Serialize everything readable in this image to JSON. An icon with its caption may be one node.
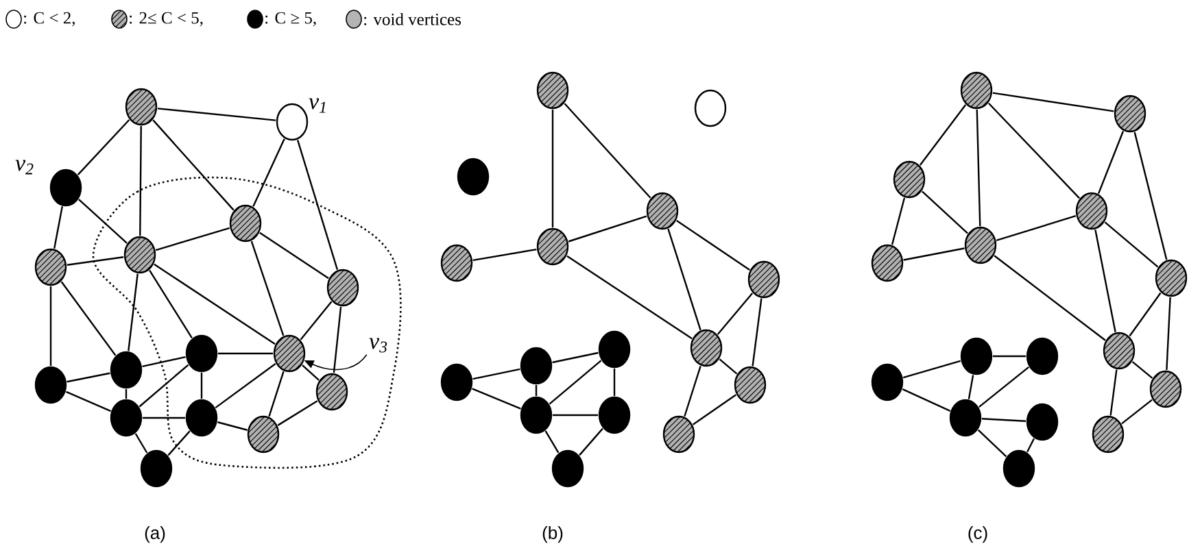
{
  "diagram": {
    "nodes": [
      {
        "text": [],
        "shape": "circle"
      },
      {
        "text": [],
        "shape": "circle",
        "beside": [
          "v$_{1}$"
        ]
      },
      {
        "text": [],
        "shape": "circle",
        "beside": [
          "v$_{2}$"
        ]
      },
      {
        "text": [],
        "shape": "circle"
      },
      {
        "text": [],
        "shape": "circle"
      },
      {
        "text": [],
        "shape": "circle"
      },
      {
        "text": [],
        "shape": "circle"
      },
      {
        "text": [],
        "shape": "circle"
      },
      {
        "text": [],
        "shape": "circle"
      },
      {
        "text": [],
        "shape": "circle"
      },
      {
        "text": [],
        "shape": "circle"
      },
      {
        "text": [],
        "shape": "circle"
      },
      {
        "text": [],
        "shape": "circle"
      },
      {
        "text": [],
        "shape": "circle"
      },
      {
        "text": [],
        "shape": "circle"
      },
      {
        "text": [],
        "shape": "circle"
      },
      {
        "text": [
          "v$_{3}$"
        ]
      },
      {
        "text": [],
        "shape": "circle"
      },
      {
        "text": [],
        "shape": "circle"
      },
      {
        "text": [],
        "shape": "circle"
      },
      {
        "text": [],
        "shape": "circle"
      },
      {
        "text": [],
        "shape": "circle"
      },
      {
        "text": [],
        "shape": "circle"
      },
      {
        "text": [],
        "shape": "circle"
      },
      {
        "text": [],
        "shape": "circle"
      },
      {
        "text": [],
        "shape": "circle"
      },
      {
        "text": [],
        "shape": "circle"
      },
      {
        "text": [],
        "shape": "circle"
      },
      {
        "text": [],
        "shape": "circle"
      },
      {
        "text": [],
        "shape": "circle"
      },
      {
        "text": [],
        "shape": "circle"
      },
      {
        "text": [],
        "shape": "circle"
      },
      {
        "text": [],
        "shape": "circle"
      },
      {
        "text": [],
        "shape": "circle"
      },
      {
        "text": [],
        "shape": "circle"
      },
      {
        "text": [],
        "shape": "circle"
      },
      {
        "text": [],
        "shape": "circle"
      },
      {
        "text": [],
        "shape": "circle"
      },
      {
        "text": [],
        "shape": "circle"
      },
      {
        "text": [],
        "shape": "circle"
      },
      {
        "text": [],
        "shape": "circle"
      },
      {
        "text": [],
        "shape": "circle"
      },
      {
        "text": [],
        "shape": "circle"
      },
      {
        "text": [],
        "shape": "circle"
      },
      {
        "text": [],
        "shape": "circle"
      },
      {
        "text": [],
        "shape": "circle"
      },
      {
        "text": [],
        "shape": "circle"
      },
      {
        "text": [],
        "shape": "circle"
      },
      {
        "text": [],
        "shape": "circle"
      }
    ],
    "edges": [
      {
        "from": 0,
        "to": 1,
        "arrow": "none"
      },
      {
        "from": 0,
        "to": 2,
        "arrow": "none"
      },
      {
        "from": 0,
        "to": 5,
        "arrow": "none"
      },
      {
        "from": 0,
        "to": 3,
        "arrow": "none"
      },
      {
        "from": 1,
        "to": 3,
        "arrow": "none"
      },
      {
        "from": 1,
        "to": 6,
        "arrow": "none"
      },
      {
        "from": 2,
        "to": 4,
        "arrow": "none"
      },
      {
        "from": 2,
        "to": 5,
        "arrow": "none"
      },
      {
        "from": 4,
        "to": 5,
        "arrow": "none"
      },
      {
        "from": 4,
        "to": 9,
        "arrow": "none"
      },
      {
        "from": 4,
        "to": 10,
        "arrow": "none"
      },
      {
        "from": 5,
        "to": 3,
        "arrow": "none"
      },
      {
        "from": 5,
        "to": 10,
        "arrow": "none"
      },
      {
        "from": 5,
        "to": 7,
        "arrow": "none"
      },
      {
        "from": 5,
        "to": 8,
        "arrow": "none"
      },
      {
        "from": 3,
        "to": 8,
        "arrow": "none"
      },
      {
        "from": 3,
        "to": 6,
        "arrow": "none"
      },
      {
        "from": 6,
        "to": 8,
        "arrow": "none"
      },
      {
        "from": 6,
        "to": 11,
        "arrow": "none"
      },
      {
        "from": 10,
        "to": 7,
        "arrow": "none"
      },
      {
        "from": 9,
        "to": 10,
        "arrow": "none"
      },
      {
        "from": 9,
        "to": 12,
        "arrow": "none"
      },
      {
        "from": 10,
        "to": 12,
        "arrow": "none"
      },
      {
        "from": 12,
        "to": 7,
        "arrow": "none"
      },
      {
        "from": 12,
        "to": 13,
        "arrow": "none"
      },
      {
        "from": 12,
        "to": 15,
        "arrow": "none"
      },
      {
        "from": 13,
        "to": 15,
        "arrow": "none"
      },
      {
        "from": 7,
        "to": 13,
        "arrow": "none"
      },
      {
        "from": 7,
        "to": 8,
        "arrow": "none"
      },
      {
        "from": 8,
        "to": 13,
        "arrow": "none"
      },
      {
        "from": 8,
        "to": 14,
        "arrow": "none"
      },
      {
        "from": 8,
        "to": 11,
        "arrow": "none"
      },
      {
        "from": 11,
        "to": 14,
        "arrow": "none"
      },
      {
        "from": 13,
        "to": 14,
        "arrow": "none"
      },
      {
        "from": 16,
        "to": 8,
        "arrow": "to"
      },
      {
        "from": 17,
        "to": 22,
        "arrow": "none"
      },
      {
        "from": 17,
        "to": 20,
        "arrow": "none"
      },
      {
        "from": 21,
        "to": 22,
        "arrow": "none"
      },
      {
        "from": 22,
        "to": 20,
        "arrow": "none"
      },
      {
        "from": 22,
        "to": 24,
        "arrow": "none"
      },
      {
        "from": 20,
        "to": 24,
        "arrow": "none"
      },
      {
        "from": 20,
        "to": 23,
        "arrow": "none"
      },
      {
        "from": 23,
        "to": 24,
        "arrow": "none"
      },
      {
        "from": 23,
        "to": 25,
        "arrow": "none"
      },
      {
        "from": 24,
        "to": 25,
        "arrow": "none"
      },
      {
        "from": 24,
        "to": 26,
        "arrow": "none"
      },
      {
        "from": 25,
        "to": 26,
        "arrow": "none"
      },
      {
        "from": 27,
        "to": 28,
        "arrow": "none"
      },
      {
        "from": 27,
        "to": 30,
        "arrow": "none"
      },
      {
        "from": 28,
        "to": 29,
        "arrow": "none"
      },
      {
        "from": 28,
        "to": 30,
        "arrow": "none"
      },
      {
        "from": 30,
        "to": 29,
        "arrow": "none"
      },
      {
        "from": 29,
        "to": 31,
        "arrow": "none"
      },
      {
        "from": 30,
        "to": 31,
        "arrow": "none"
      },
      {
        "from": 30,
        "to": 32,
        "arrow": "none"
      },
      {
        "from": 31,
        "to": 32,
        "arrow": "none"
      },
      {
        "from": 33,
        "to": 34,
        "arrow": "none"
      },
      {
        "from": 33,
        "to": 35,
        "arrow": "none"
      },
      {
        "from": 33,
        "to": 38,
        "arrow": "none"
      },
      {
        "from": 33,
        "to": 36,
        "arrow": "none"
      },
      {
        "from": 34,
        "to": 36,
        "arrow": "none"
      },
      {
        "from": 34,
        "to": 39,
        "arrow": "none"
      },
      {
        "from": 35,
        "to": 37,
        "arrow": "none"
      },
      {
        "from": 35,
        "to": 38,
        "arrow": "none"
      },
      {
        "from": 37,
        "to": 38,
        "arrow": "none"
      },
      {
        "from": 38,
        "to": 36,
        "arrow": "none"
      },
      {
        "from": 38,
        "to": 40,
        "arrow": "none"
      },
      {
        "from": 36,
        "to": 40,
        "arrow": "none"
      },
      {
        "from": 36,
        "to": 39,
        "arrow": "none"
      },
      {
        "from": 39,
        "to": 40,
        "arrow": "none"
      },
      {
        "from": 39,
        "to": 41,
        "arrow": "none"
      },
      {
        "from": 40,
        "to": 41,
        "arrow": "none"
      },
      {
        "from": 40,
        "to": 42,
        "arrow": "none"
      },
      {
        "from": 41,
        "to": 42,
        "arrow": "none"
      },
      {
        "from": 43,
        "to": 44,
        "arrow": "none"
      },
      {
        "from": 43,
        "to": 46,
        "arrow": "none"
      },
      {
        "from": 44,
        "to": 46,
        "arrow": "none"
      },
      {
        "from": 44,
        "to": 45,
        "arrow": "none"
      },
      {
        "from": 46,
        "to": 45,
        "arrow": "none"
      },
      {
        "from": 46,
        "to": 47,
        "arrow": "none"
      },
      {
        "from": 46,
        "to": 48,
        "arrow": "none"
      },
      {
        "from": 47,
        "to": 48,
        "arrow": "none"
      }
    ],
    "labels": [
      "(a)",
      "(b)",
      "(c)"
    ],
    "legend": [
      {
        "text": ": C < 2,"
      },
      {
        "text": ": 2≤ C < 5,"
      },
      {
        "text": ": C ≥ 5,",
        "color": "#000000"
      },
      {
        "text": ":  void vertices",
        "color": "#b4b4b4"
      }
    ]
  }
}
